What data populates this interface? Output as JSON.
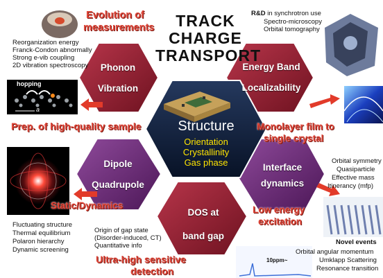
{
  "title": {
    "line1": "TRACK",
    "line2": "CHARGE",
    "line3": "TRANSPORT"
  },
  "headings": {
    "evolution": [
      "Evolution of",
      "measurements"
    ],
    "prep": "Prep. of high-quality sample",
    "monolayer": [
      "Monolayer film to",
      "single crystal"
    ],
    "static": "Static/Dynamics",
    "lowenergy": [
      "Low energy",
      "excitation"
    ],
    "ultra": [
      "Ultra-high sensitive",
      "detection"
    ]
  },
  "hexes": {
    "phonon": [
      "Phonon",
      "Vibration"
    ],
    "energy": [
      "Energy Band",
      "Localizability"
    ],
    "dipole": [
      "Dipole",
      "Quadrupole"
    ],
    "interface": [
      "Interface",
      "dynamics"
    ],
    "dos": [
      "DOS at",
      "band gap"
    ],
    "center": {
      "title": "Structure",
      "lines": [
        "Orientation",
        "Crystallinity",
        "Gas phase"
      ]
    }
  },
  "notes": {
    "topleft": [
      "Reorganization energy",
      "Franck-Condon abnormally",
      "Strong e-vib coupling",
      "2D vibration spectroscopy"
    ],
    "topright": {
      "lead": "R&D",
      "rest": " in synchrotron use",
      "lines": [
        "Spectro-microscopy",
        "Orbital tomography"
      ]
    },
    "right": [
      "Orbital symmetry",
      "Quasiparticle",
      "Effective mass",
      "Itinerancy (mfp)"
    ],
    "bottomleft": [
      "Fluctuating structure",
      "Thermal equilibrium",
      "Polaron hierarchy",
      "Dynamic screening"
    ],
    "bottommid": [
      "Origin of gap state",
      "(Disorder-induced, CT)",
      "Quantitative info"
    ],
    "novel_title": "Novel events",
    "bottomright": [
      "Orbital angular momentum",
      "Umklapp Scattering",
      "Resonance transition"
    ],
    "hopping": "hopping",
    "lattice": "a",
    "ppm": "10ppm~"
  },
  "colors": {
    "hex_red": "#8e1e2d",
    "hex_purple": "#6b2a77",
    "hex_center": "#0f1e3d",
    "heading_red": "#e0473a"
  }
}
